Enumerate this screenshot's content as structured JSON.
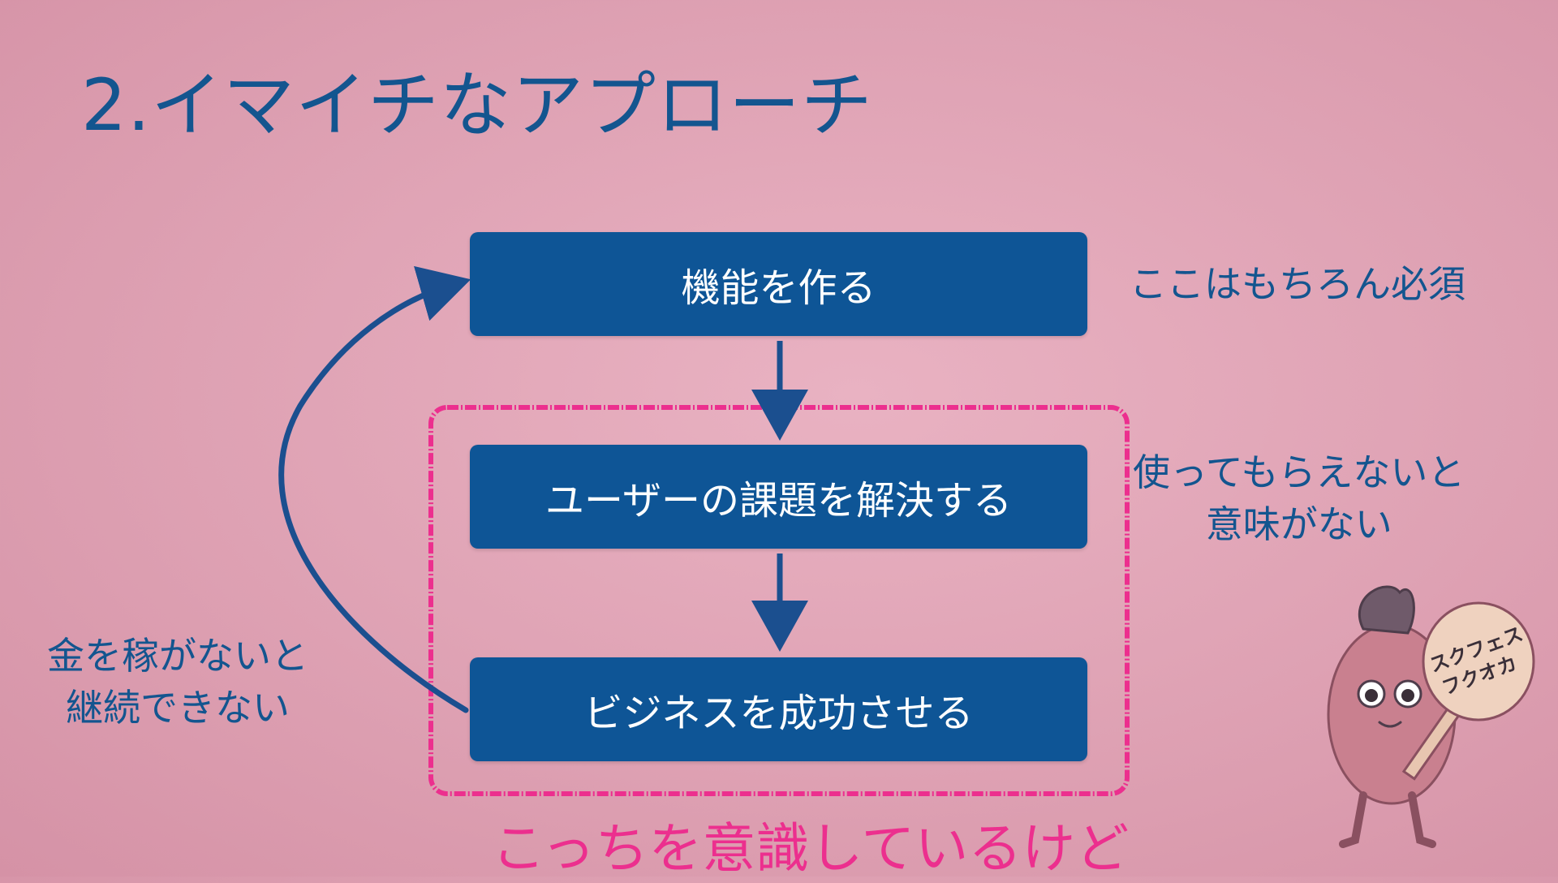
{
  "title": "2.イマイチなアプローチ",
  "steps": [
    {
      "label": "機能を作る"
    },
    {
      "label": "ユーザーの課題を解決する"
    },
    {
      "label": "ビジネスを成功させる"
    }
  ],
  "notes": {
    "required": "ここはもちろん必須",
    "use_line1": "使ってもらえないと",
    "use_line2": "意味がない",
    "money_line1": "金を稼がないと",
    "money_line2": "継続できない"
  },
  "focus_label": "こっちを意識しているけど",
  "mascot": {
    "sign_line1": "スクフェス",
    "sign_line2": "フクオカ"
  },
  "colors": {
    "background": "#e3a8b9",
    "primary_blue": "#0e5596",
    "highlight_pink": "#ec2f8e"
  }
}
